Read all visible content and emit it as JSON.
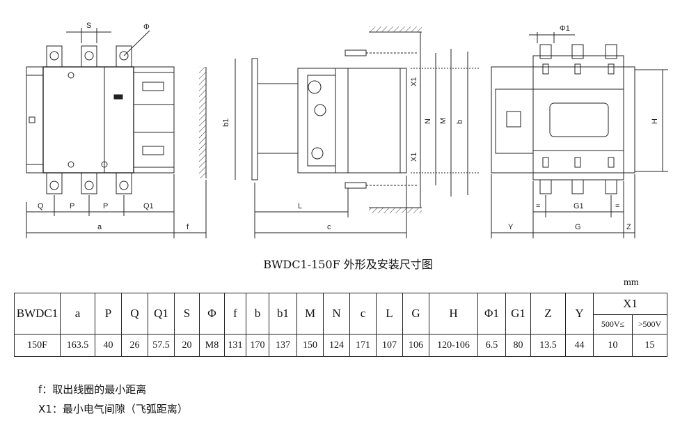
{
  "drawing": {
    "front_view": {
      "labels": [
        "S",
        "Φ",
        "Q",
        "P",
        "P",
        "Q1",
        "a",
        "f"
      ]
    },
    "side_view": {
      "labels": [
        "b1",
        "X1",
        "N",
        "M",
        "b",
        "X1",
        "L",
        "c"
      ]
    },
    "end_view": {
      "labels": [
        "Φ1",
        "H",
        "=",
        "G1",
        "=",
        "Y",
        "G",
        "Z"
      ]
    }
  },
  "caption": "BWDC1-150F 外形及安装尺寸图",
  "unit_label": "mm",
  "table": {
    "model_header": "BWDC1",
    "headers": [
      "a",
      "P",
      "Q",
      "Q1",
      "S",
      "Φ",
      "f",
      "b",
      "b1",
      "M",
      "N",
      "c",
      "L",
      "G",
      "H",
      "Φ1",
      "G1",
      "Z",
      "Y"
    ],
    "x1_header": "X1",
    "x1_sub": [
      "500V≤",
      ">500V"
    ],
    "row": {
      "model": "150F",
      "values": [
        "163.5",
        "40",
        "26",
        "57.5",
        "20",
        "M8",
        "131",
        "170",
        "137",
        "150",
        "124",
        "171",
        "107",
        "106",
        "120-106",
        "6.5",
        "80",
        "13.5",
        "44"
      ],
      "x1_values": [
        "10",
        "15"
      ]
    }
  },
  "notes": [
    {
      "key": "f：",
      "text": "取出线圈的最小距离"
    },
    {
      "key": "X1：",
      "text": "最小电气间隙（飞弧距离）"
    }
  ]
}
